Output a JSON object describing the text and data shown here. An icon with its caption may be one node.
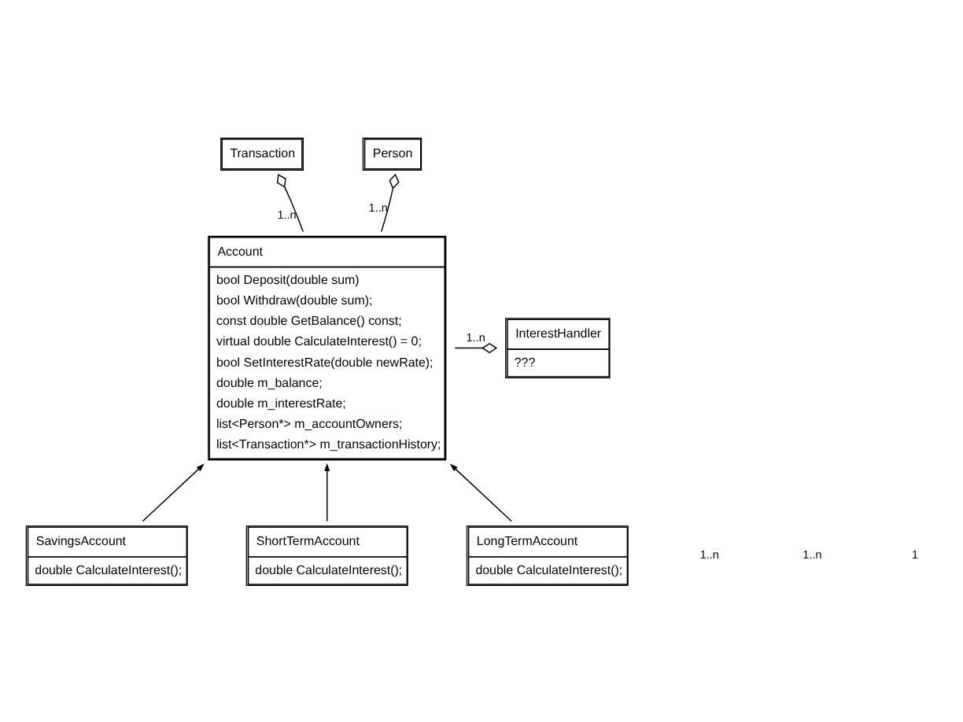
{
  "diagram": {
    "nodes": [
      {
        "text": [
          "Transaction"
        ]
      },
      {
        "text": [
          "Person"
        ]
      },
      {
        "text": [
          "Account",
          "bool Deposit(double sum)",
          "bool Withdraw(double sum);",
          "const double GetBalance() const;",
          "virtual double CalculateInterest() = 0;",
          "bool SetInterestRate(double newRate);",
          "double m_balance;",
          "double m_interestRate;",
          "list<Person*> m_accountOwners;",
          "list<Transaction*> m_transactionHistory;"
        ]
      },
      {
        "text": [
          "InterestHandler",
          "???"
        ]
      },
      {
        "text": [
          "SavingsAccount",
          "double CalculateInterest();"
        ]
      },
      {
        "text": [
          "ShortTermAccount",
          "double CalculateInterest();"
        ]
      },
      {
        "text": [
          "LongTermAccount",
          "double CalculateInterest();"
        ]
      }
    ],
    "edges": [
      {
        "from": 0,
        "to": 2,
        "arrow": "other",
        "label": "1..n"
      },
      {
        "from": 1,
        "to": 2,
        "arrow": "other",
        "label": "1..n"
      },
      {
        "from": 3,
        "to": 2,
        "arrow": "other",
        "label": "1..n"
      },
      {
        "from": 4,
        "to": 2,
        "arrow": "to"
      },
      {
        "from": 5,
        "to": 2,
        "arrow": "to"
      },
      {
        "from": 6,
        "to": 2,
        "arrow": "to"
      }
    ],
    "labels": [
      "1..n",
      "1..n",
      "1"
    ]
  }
}
